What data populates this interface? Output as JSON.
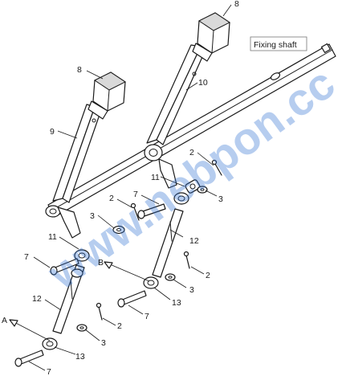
{
  "caption": "Fixing shaft",
  "watermark": "www.nebpon.cc",
  "callouts": {
    "handle_top": "8",
    "handle_left": "8",
    "lever_10": "10",
    "lever_9": "9",
    "pin_2_upper": "2",
    "washer_3_upper": "3",
    "bushing_11_upper": "11",
    "bolt_7_mid": "7",
    "pin_2_mid": "2",
    "washer_3_mid": "3",
    "rod_12_right": "12",
    "bushing_11_lower": "11",
    "bolt_7_left": "7",
    "pin_2_right": "2",
    "washer_3_right": "3",
    "joint_13_right": "13",
    "bolt_7_right": "7",
    "rod_12_left": "12",
    "pin_2_lower": "2",
    "washer_3_lower": "3",
    "joint_13_lower": "13",
    "bolt_7_bottom": "7",
    "arrow_a": "A",
    "arrow_b": "B"
  },
  "colors": {
    "line": "#1a1a1a",
    "watermark": "#2f6fd0"
  }
}
